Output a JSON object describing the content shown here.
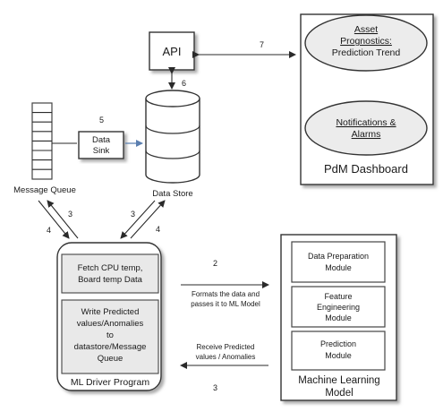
{
  "api": {
    "label": "API"
  },
  "dashboard": {
    "title": "PdM Dashboard",
    "ovals": [
      {
        "lines": [
          "Asset",
          "Prognostics:",
          "Prediction Trend"
        ]
      },
      {
        "lines": [
          "Notifications &",
          "Alarms"
        ]
      }
    ]
  },
  "message_queue": {
    "label": "Message Queue"
  },
  "data_sink": {
    "lines": [
      "Data",
      "Sink"
    ]
  },
  "data_store": {
    "label": "Data Store"
  },
  "driver": {
    "title": "ML Driver Program",
    "fetch_lines": [
      "Fetch CPU temp,",
      "Board temp Data"
    ],
    "write_lines": [
      "Write Predicted",
      "values/Anomalies",
      "to",
      "datastore/Message",
      "Queue"
    ]
  },
  "ml_model": {
    "title_lines": [
      "Machine Learning",
      "Model"
    ],
    "modules": [
      {
        "lines": [
          "Data Preparation",
          "Module"
        ]
      },
      {
        "lines": [
          "Feature",
          "Engineering",
          "Module"
        ]
      },
      {
        "lines": [
          "Prediction",
          "Module"
        ]
      }
    ]
  },
  "edges": {
    "api_dashboard": "7",
    "api_store": "6",
    "sink_store": "5",
    "mq_driver_in": "4",
    "mq_driver_out": "3",
    "store_driver_in": "3",
    "store_driver_out": "4",
    "driver_to_ml": "2",
    "driver_to_ml_text": [
      "Formats the data and",
      "passes it to ML Model"
    ],
    "ml_to_driver": "3",
    "ml_to_driver_text": [
      "Receive Predicted",
      "values / Anomalies"
    ]
  }
}
